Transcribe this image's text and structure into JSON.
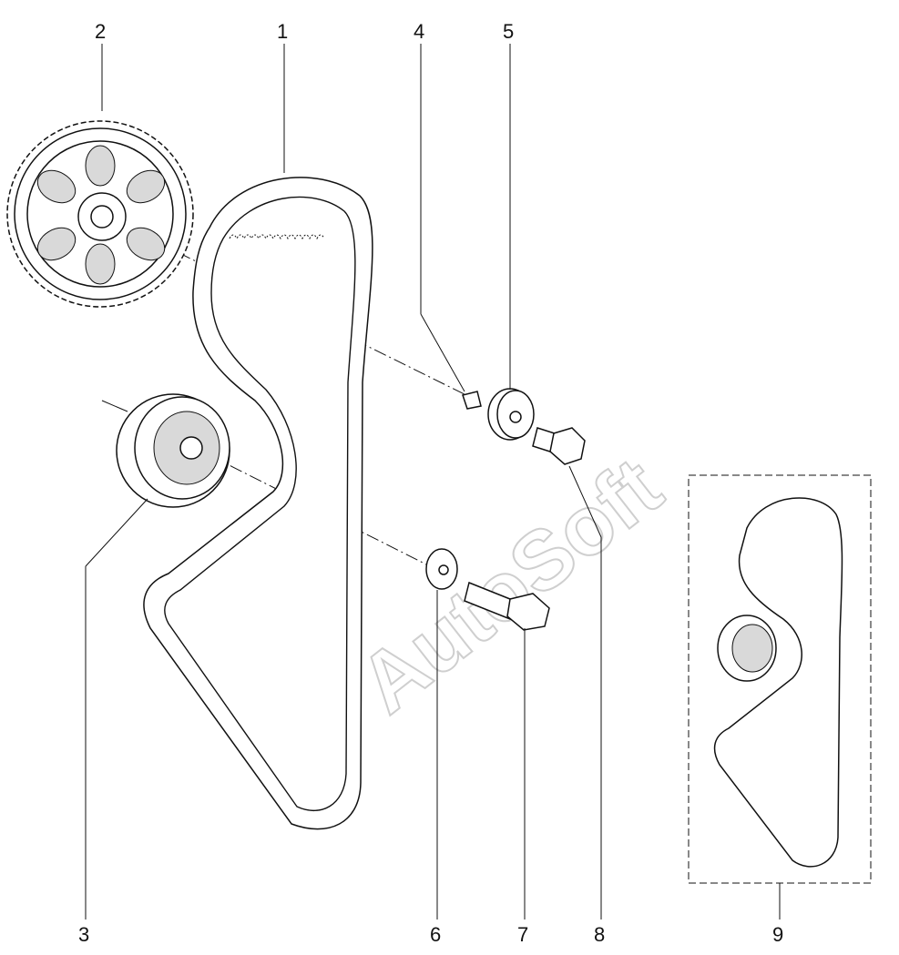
{
  "diagram": {
    "watermark": "AutoSoft",
    "callouts": [
      {
        "id": "1",
        "label": "1",
        "part": "timing-belt"
      },
      {
        "id": "2",
        "label": "2",
        "part": "camshaft-sprocket"
      },
      {
        "id": "3",
        "label": "3",
        "part": "tensioner-roller"
      },
      {
        "id": "4",
        "label": "4",
        "part": "key"
      },
      {
        "id": "5",
        "label": "5",
        "part": "hub-washer"
      },
      {
        "id": "6",
        "label": "6",
        "part": "flat-washer"
      },
      {
        "id": "7",
        "label": "7",
        "part": "tensioner-bolt"
      },
      {
        "id": "8",
        "label": "8",
        "part": "sprocket-bolt"
      },
      {
        "id": "9",
        "label": "9",
        "part": "belt-routing-inset"
      }
    ]
  }
}
